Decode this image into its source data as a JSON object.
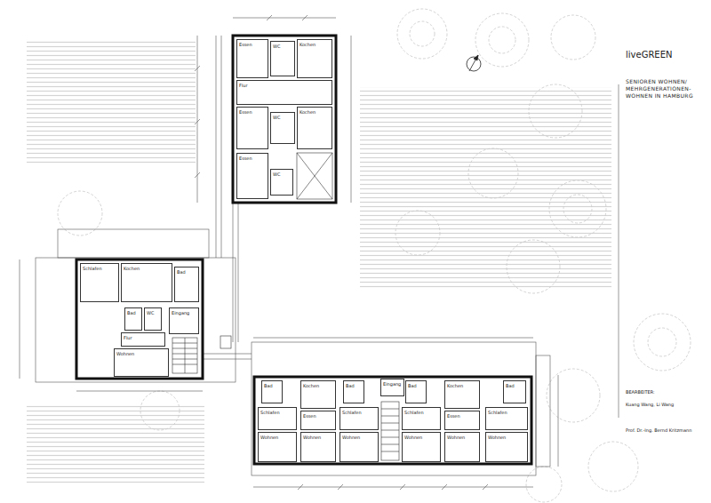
{
  "diagram": {
    "title": "liveGREEN",
    "nodes": [
      {
        "text": [
          "Essen"
        ]
      },
      {
        "text": [
          "WC"
        ]
      },
      {
        "text": [
          "Kochen"
        ]
      },
      {
        "text": [
          "Flur"
        ]
      },
      {
        "text": [
          "Essen"
        ]
      },
      {
        "text": [
          "WC"
        ]
      },
      {
        "text": [
          "Kochen"
        ]
      },
      {
        "text": [
          "Essen"
        ]
      },
      {
        "text": [
          "WC"
        ]
      },
      {
        "text": [
          "Schlafen"
        ]
      },
      {
        "text": [
          "Kochen"
        ]
      },
      {
        "text": [
          "Bad"
        ]
      },
      {
        "text": [
          "Bad"
        ]
      },
      {
        "text": [
          "WC"
        ]
      },
      {
        "text": [
          "Eingang"
        ]
      },
      {
        "text": [
          "Flur"
        ]
      },
      {
        "text": [
          "Wohnen"
        ]
      },
      {
        "text": [
          "Bad"
        ]
      },
      {
        "text": [
          "Schlafen"
        ]
      },
      {
        "text": [
          "Wohnen"
        ]
      },
      {
        "text": [
          "Kochen"
        ]
      },
      {
        "text": [
          "Essen"
        ]
      },
      {
        "text": [
          "Wohnen"
        ]
      },
      {
        "text": [
          "Bad"
        ]
      },
      {
        "text": [
          "Schlafen"
        ]
      },
      {
        "text": [
          "Wohnen"
        ]
      },
      {
        "text": [
          "Eingang"
        ]
      },
      {
        "text": [
          "Bad"
        ]
      },
      {
        "text": [
          "Schlafen"
        ]
      },
      {
        "text": [
          "Wohnen"
        ]
      },
      {
        "text": [
          "Kochen"
        ]
      },
      {
        "text": [
          "Essen"
        ]
      },
      {
        "text": [
          "Wohnen"
        ]
      },
      {
        "text": [
          "Bad"
        ]
      },
      {
        "text": [
          "Schlafen"
        ]
      },
      {
        "text": [
          "Wohnen"
        ]
      }
    ],
    "labels": [
      "SENIOREN WOHNEN/ MEHRGENERATIONEN- WOHNEN IN HAMBURG",
      "BEARBEITER:",
      "Kuang Wang, Li Wang",
      "Prof. Dr.-Ing. Bernd Kritzmann"
    ]
  }
}
